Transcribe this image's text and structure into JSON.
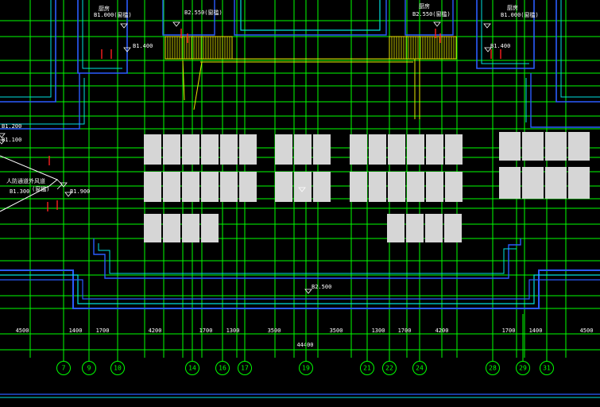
{
  "colors": {
    "background": "#000000",
    "grid": "#00ff00",
    "wall": "#2a5cff",
    "wall_inner": "#00e0e0",
    "hatch": "#e8e800",
    "text": "#ffffff",
    "marker": "#ff2020",
    "tile": "#d6d6d6"
  },
  "labels": {
    "top_left_room": "厨房",
    "top_left_level": "B1.000(窗槛)",
    "top_left_level_2": "B1.400",
    "top_mid_left_level": "B2.550(窗槛)",
    "top_mid_right_room": "厨房",
    "top_mid_right_level": "B2.550(窗槛)",
    "top_right_room": "厨房",
    "top_right_level": "B1.000(窗槛)",
    "top_right_level_2": "B1.400",
    "left_level_1": "B1.200",
    "left_level_2": "B1.100",
    "left_room": "人防通道外风道",
    "left_room_note": "(窗槛)",
    "left_level_3": "B1.300",
    "left_level_4": "B1.900",
    "center_level": "B2.500"
  },
  "dimensions": [
    "4500",
    "1400",
    "1700",
    "4200",
    "1700",
    "1300",
    "3500",
    "3500",
    "1300",
    "1700",
    "4200",
    "1700",
    "1400",
    "4500"
  ],
  "total_dimension": "44400",
  "axes": [
    "7",
    "9",
    "10",
    "14",
    "16",
    "17",
    "19",
    "21",
    "22",
    "24",
    "28",
    "29",
    "31"
  ]
}
